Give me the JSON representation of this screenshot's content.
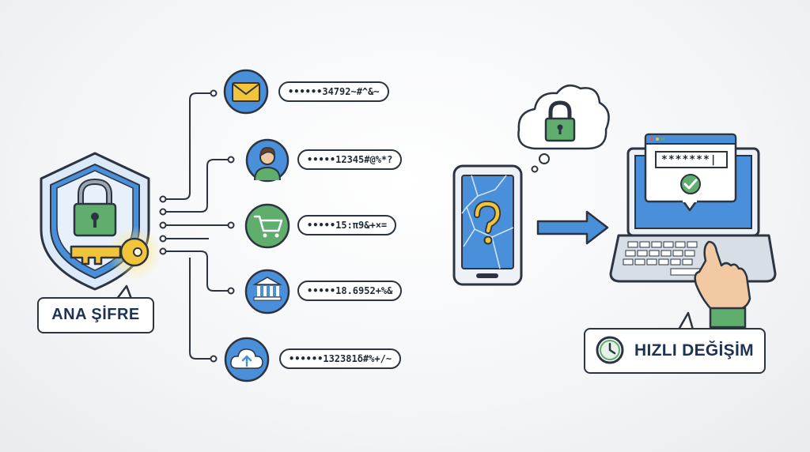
{
  "master": {
    "label": "ANA ŞİFRE"
  },
  "accounts": [
    {
      "icon": "envelope-icon",
      "password": "••••••34792~#^&~"
    },
    {
      "icon": "user-avatar-icon",
      "password": "•••••12345#@%*?"
    },
    {
      "icon": "shopping-cart-icon",
      "password": "•••••15:π9&+×="
    },
    {
      "icon": "bank-icon",
      "password": "•••••18.6952+%&"
    },
    {
      "icon": "cloud-upload-icon",
      "password": "••••••132381δ#%+/~"
    }
  ],
  "laptop": {
    "password_field": "*******|"
  },
  "change": {
    "label": "HIZLI DEĞİŞİM"
  },
  "colors": {
    "outline": "#2b3440",
    "blue": "#4a8fd9",
    "light_blue": "#cfe3f7",
    "green": "#5fae6e",
    "key_yellow": "#f2c43a"
  }
}
